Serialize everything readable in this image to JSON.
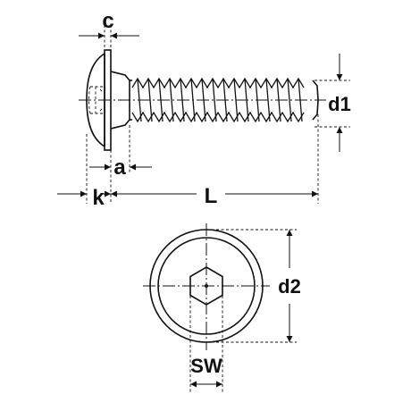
{
  "labels": {
    "c": "c",
    "a": "a",
    "k": "k",
    "L": "L",
    "d1": "d1",
    "d2": "d2",
    "sw": "SW"
  },
  "colors": {
    "ink": "#111111",
    "background": "#ffffff"
  }
}
